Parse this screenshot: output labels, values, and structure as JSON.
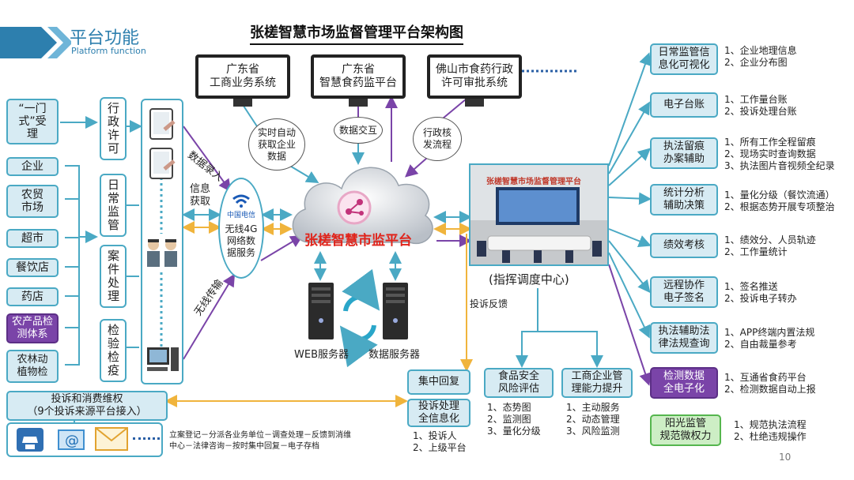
{
  "header": {
    "title_cn": "平台功能",
    "title_en": "Platform function",
    "diagram_title": "张槎智慧市场监督管理平台架构图",
    "page_number": "10"
  },
  "monitors": [
    "广东省\n工商业务系统",
    "广东省\n智慧食药监平台",
    "佛山市食药行政\n许可审批系统"
  ],
  "bubbles": [
    "实时自动\n获取企业\n数据",
    "数据交互",
    "行政核\n发流程"
  ],
  "left_items": [
    "“一门\n式”受\n理",
    "企业",
    "农贸\n市场",
    "超市",
    "餐饮店",
    "药店",
    "农产品检\n测体系",
    "农林动\n植物检"
  ],
  "left_vertical": [
    "行政许可",
    "日常监管",
    "案件处理",
    "检验检疫"
  ],
  "network": {
    "provider": "中国电信",
    "label": "无线4G\n网络数\n据服务",
    "info_label": "信息\n获取",
    "arrow_data_entry": "数据录入",
    "arrow_wireless": "无线传输"
  },
  "center": {
    "platform_name": "张槎智慧市监平台",
    "web_server": "WEB服务器",
    "data_server": "数据服务器",
    "complaint_feedback": "投诉反馈"
  },
  "command_center": {
    "screen_title": "张槎智慧市场监督管理平台",
    "caption": "(指挥调度中心)"
  },
  "right_functions": [
    {
      "label": "日常监管信\n息化可视化",
      "items": "1、企业地理信息\n2、企业分布图",
      "style": "blue"
    },
    {
      "label": "电子台账",
      "items": "1、工作量台账\n2、投诉处理台账",
      "style": "blue"
    },
    {
      "label": "执法留痕\n办案辅助",
      "items": "1、所有工作全程留痕\n2、现场实时查询数据\n3、执法图片音视频全纪录",
      "style": "blue"
    },
    {
      "label": "统计分析\n辅助决策",
      "items": "1、量化分级（餐饮流通）\n2、根据态势开展专项整治",
      "style": "blue"
    },
    {
      "label": "绩效考核",
      "items": "1、绩效分、人员轨迹\n2、工作量统计",
      "style": "blue"
    },
    {
      "label": "远程协作\n电子签名",
      "items": "1、签名推送\n2、投诉电子转办",
      "style": "blue"
    },
    {
      "label": "执法辅助法\n律法规查询",
      "items": "1、APP终端内置法规\n2、自由裁量参考",
      "style": "blue"
    },
    {
      "label": "检测数据\n全电子化",
      "items": "1、互通省食药平台\n2、检测数据自动上报",
      "style": "purple"
    },
    {
      "label": "阳光监管\n规范微权力",
      "items": "1、规范执法流程\n2、杜绝违规操作",
      "style": "green"
    }
  ],
  "bottom": {
    "consumer_rights": "投诉和消费维权\n（9个投诉来源平台接入）",
    "process_text": "立案登记－分派各业务单位－调查处理－反馈到消维\n中心－法律咨询－按时集中回复－电子存档",
    "collective_reply": "集中回复",
    "complaint_info": "投诉处理\n全信息化",
    "complaint_items": "1、投诉人\n2、上级平台",
    "food_safety": "食品安全\n风险评估",
    "food_items": "1、态势图\n2、监测图\n3、量化分级",
    "business_mgmt": "工商企业管\n理能力提升",
    "business_items": "1、主动服务\n2、动态管理\n3、风险监测"
  },
  "colors": {
    "teal": "#4aa9c4",
    "box_fill": "#d7ebf3",
    "purple": "#7a44a8",
    "green": "#55b64e",
    "orange": "#f0b43c",
    "platform_red": "#e0241b"
  }
}
